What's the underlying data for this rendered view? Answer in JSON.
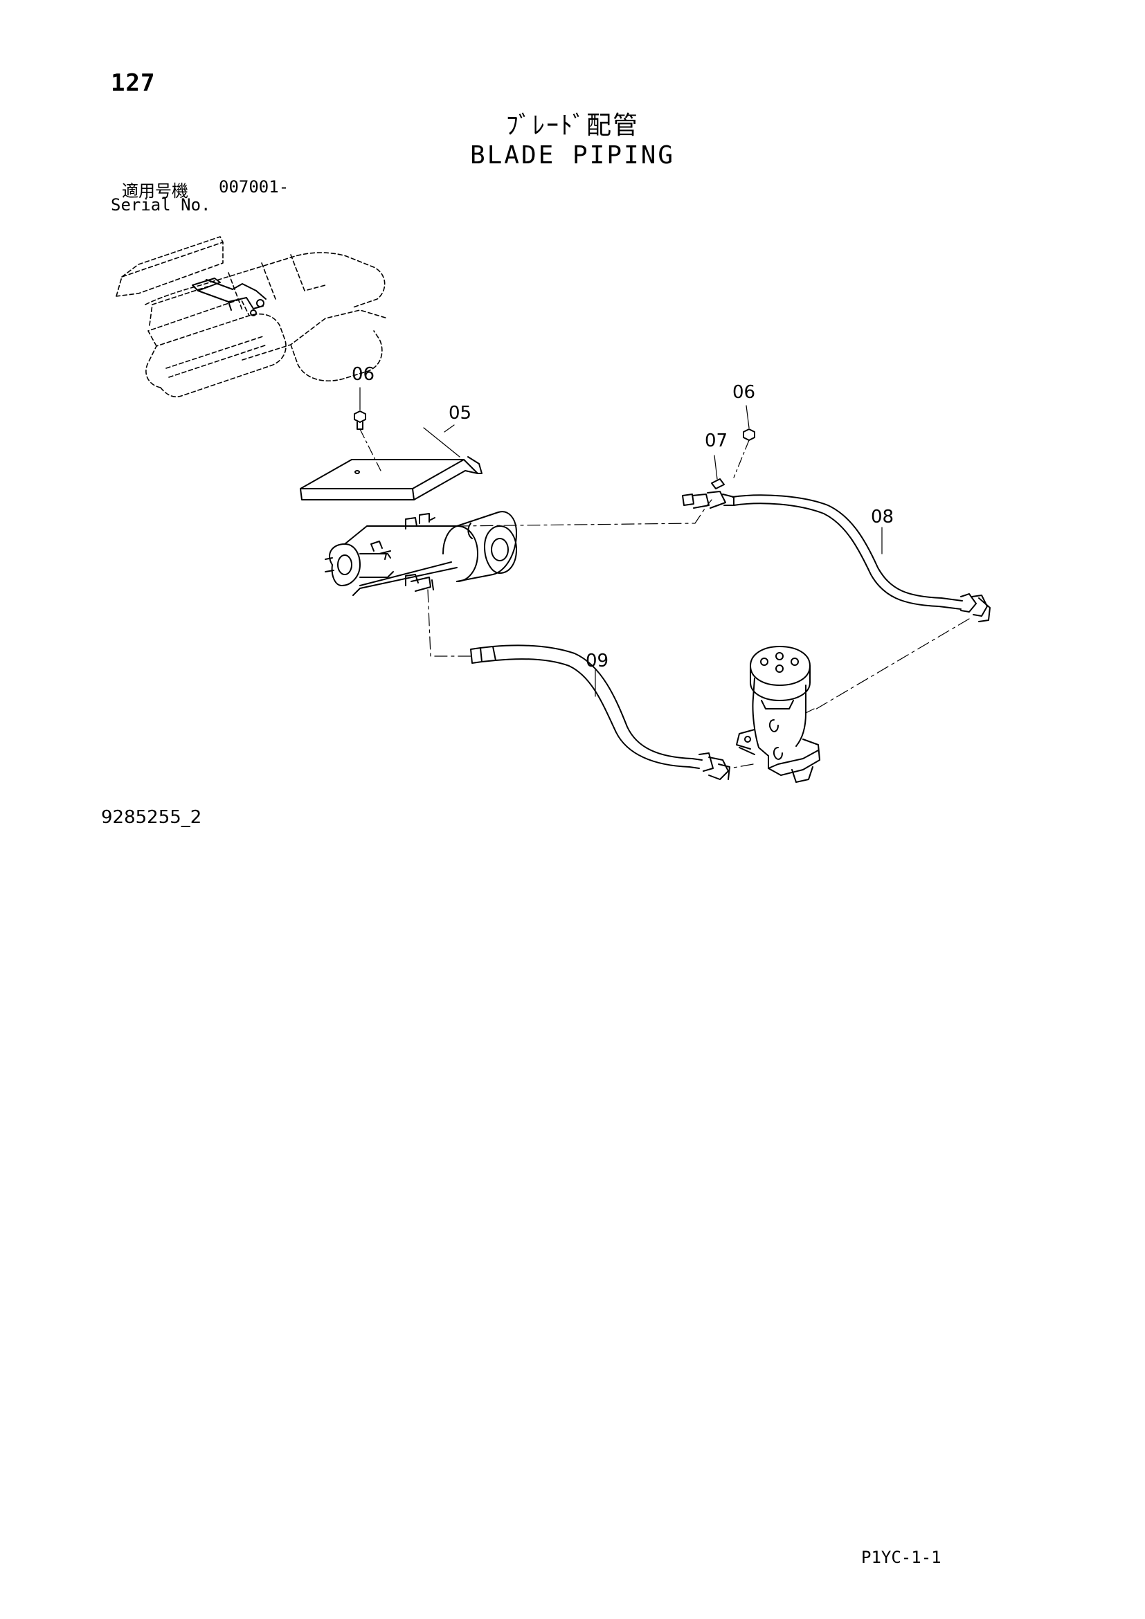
{
  "page_number": "127",
  "title_jp": "ﾌﾞﾚｰﾄﾞ配管",
  "title_en": "BLADE PIPING",
  "serial": {
    "label_jp": "適用号機",
    "label_en": "Serial No.",
    "range": "007001-"
  },
  "callouts": {
    "c05": "05",
    "c06_left": "06",
    "c06_right": "06",
    "c07": "07",
    "c08": "08",
    "c09": "09"
  },
  "drawing_number": "9285255_2",
  "page_code": "P1YC-1-1"
}
